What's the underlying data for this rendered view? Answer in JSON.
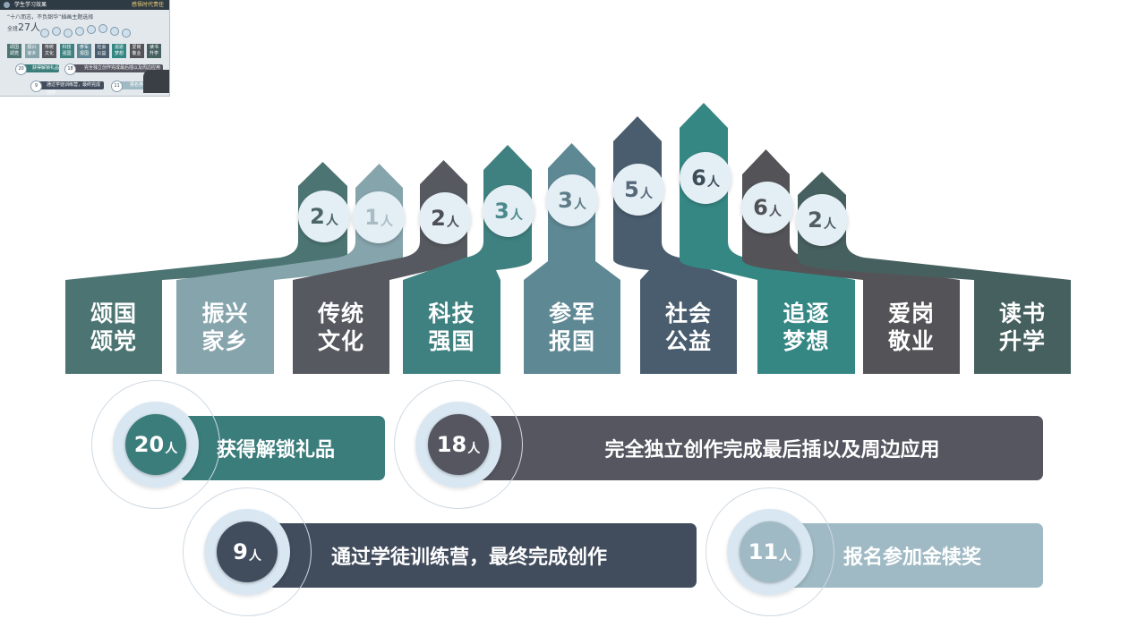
{
  "thumbnail": {
    "title": "学生学习效果",
    "right_text": "感悟时代责任",
    "quote": "“十八而志，不负韶华”插画主题选择",
    "total_prefix": "全班",
    "total_value": "27人",
    "categories": [
      "颂国颂党",
      "振兴家乡",
      "传统文化",
      "科技强国",
      "参军报国",
      "社会公益",
      "追逐梦想",
      "爱岗敬业",
      "读书升学"
    ],
    "bars": [
      {
        "num": "20",
        "text": "获得解锁礼品"
      },
      {
        "num": "18",
        "text": "完全独立创作完成最后插以及周边应用"
      },
      {
        "num": "9",
        "text": "通过学徒训练营，最终完成创作"
      },
      {
        "num": "11",
        "text": "报名参加金犊奖"
      }
    ]
  },
  "unit": "人",
  "categories": [
    {
      "line1": "颂国",
      "line2": "颂党",
      "count": "2",
      "color": "#4b7472"
    },
    {
      "line1": "振兴",
      "line2": "家乡",
      "count": "1",
      "color": "#86a4ac"
    },
    {
      "line1": "传统",
      "line2": "文化",
      "count": "2",
      "color": "#56595f"
    },
    {
      "line1": "科技",
      "line2": "强国",
      "count": "3",
      "color": "#3f8180"
    },
    {
      "line1": "参军",
      "line2": "报国",
      "count": "3",
      "color": "#5e8894"
    },
    {
      "line1": "社会",
      "line2": "公益",
      "count": "5",
      "color": "#495d6e"
    },
    {
      "line1": "追逐",
      "line2": "梦想",
      "count": "6",
      "color": "#358784"
    },
    {
      "line1": "爱岗",
      "line2": "敬业",
      "count": "6",
      "color": "#545458"
    },
    {
      "line1": "读书",
      "line2": "升学",
      "count": "2",
      "color": "#46605f"
    }
  ],
  "results": [
    {
      "num": "20",
      "text": "获得解锁礼品",
      "color": "#3b7d7b"
    },
    {
      "num": "18",
      "text": "完全独立创作完成最后插以及周边应用",
      "color": "#555660"
    },
    {
      "num": "9",
      "text": "通过学徒训练营，最终完成创作",
      "color": "#414c5d"
    },
    {
      "num": "11",
      "text": "报名参加金犊奖",
      "color": "#9fbac4"
    }
  ]
}
